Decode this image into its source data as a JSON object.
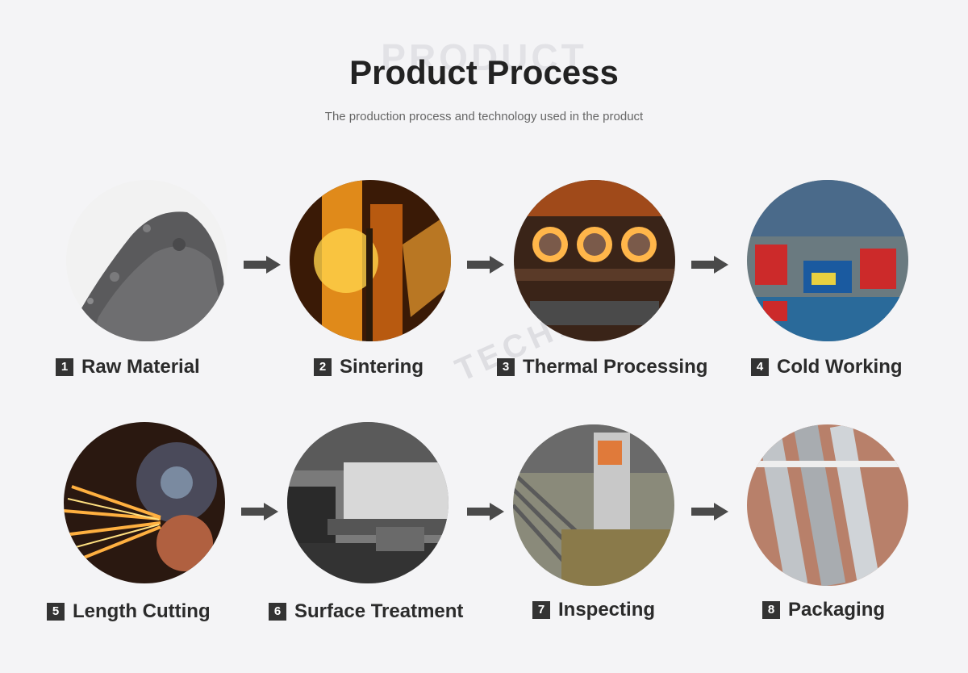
{
  "header": {
    "watermark": "PRODUCT",
    "title": "Product Process",
    "subtitle": "The production process and technology used in the product"
  },
  "background_watermark": "TECHN",
  "steps": [
    {
      "num": "1",
      "label": "Raw Material"
    },
    {
      "num": "2",
      "label": "Sintering"
    },
    {
      "num": "3",
      "label": "Thermal Processing"
    },
    {
      "num": "4",
      "label": "Cold Working"
    },
    {
      "num": "5",
      "label": "Length Cutting"
    },
    {
      "num": "6",
      "label": "Surface Treatment"
    },
    {
      "num": "7",
      "label": "Inspecting"
    },
    {
      "num": "8",
      "label": "Packaging"
    }
  ],
  "colors": {
    "background": "#f4f4f6",
    "title": "#222222",
    "badge": "#333333",
    "arrow": "#4a4a4a"
  }
}
